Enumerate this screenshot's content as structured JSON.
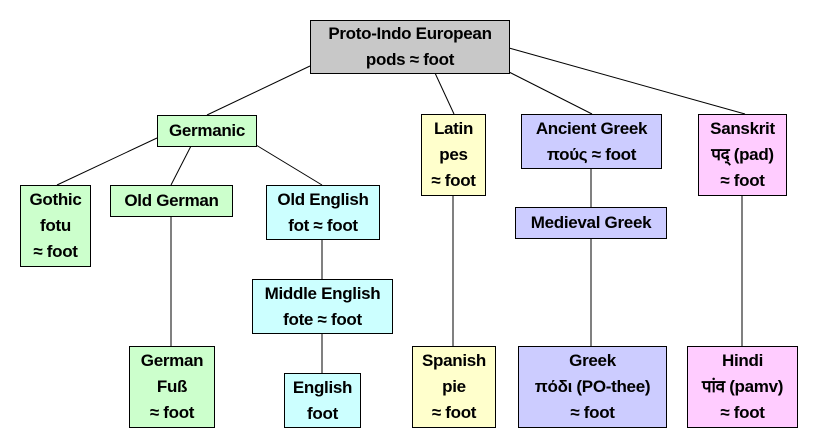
{
  "diagram": {
    "type": "language-family-tree",
    "colors": {
      "root": "#c8c8c8",
      "germanic": "#ccffcc",
      "english": "#ccffff",
      "latin": "#ffffcc",
      "greek": "#ccccff",
      "sanskrit": "#ffccff"
    },
    "nodes": {
      "root": {
        "line1": "Proto-Indo European",
        "line2": "pods ≈ foot"
      },
      "germanic": {
        "line1": "Germanic"
      },
      "gothic": {
        "line1": "Gothic",
        "line2": "fotu",
        "line3": "≈ foot"
      },
      "old_german": {
        "line1": "Old German"
      },
      "old_english": {
        "line1": "Old English",
        "line2": "fot ≈ foot"
      },
      "middle_english": {
        "line1": "Middle English",
        "line2": "fote ≈ foot"
      },
      "english": {
        "line1": "English",
        "line2": "foot"
      },
      "german": {
        "line1": "German",
        "line2": "Fuß",
        "line3": "≈ foot"
      },
      "latin": {
        "line1": "Latin",
        "line2": "pes",
        "line3": "≈ foot"
      },
      "spanish": {
        "line1": "Spanish",
        "line2": "pie",
        "line3": "≈ foot"
      },
      "ancient_greek": {
        "line1": "Ancient Greek",
        "line2": "πούς ≈ foot"
      },
      "medieval_greek": {
        "line1": "Medieval Greek"
      },
      "greek": {
        "line1": "Greek",
        "line2": "πόδι (PO-thee)",
        "line3": "≈ foot"
      },
      "sanskrit": {
        "line1": "Sanskrit",
        "line2": "पद् (pad)",
        "line3": "≈ foot"
      },
      "hindi": {
        "line1": "Hindi",
        "line2": "पांव (pamv)",
        "line3": "≈ foot"
      }
    },
    "edges": [
      [
        "root",
        "germanic"
      ],
      [
        "root",
        "latin"
      ],
      [
        "root",
        "ancient_greek"
      ],
      [
        "root",
        "sanskrit"
      ],
      [
        "germanic",
        "gothic"
      ],
      [
        "germanic",
        "old_german"
      ],
      [
        "germanic",
        "old_english"
      ],
      [
        "old_german",
        "german"
      ],
      [
        "old_english",
        "middle_english"
      ],
      [
        "middle_english",
        "english"
      ],
      [
        "latin",
        "spanish"
      ],
      [
        "ancient_greek",
        "medieval_greek"
      ],
      [
        "medieval_greek",
        "greek"
      ],
      [
        "sanskrit",
        "hindi"
      ]
    ]
  }
}
